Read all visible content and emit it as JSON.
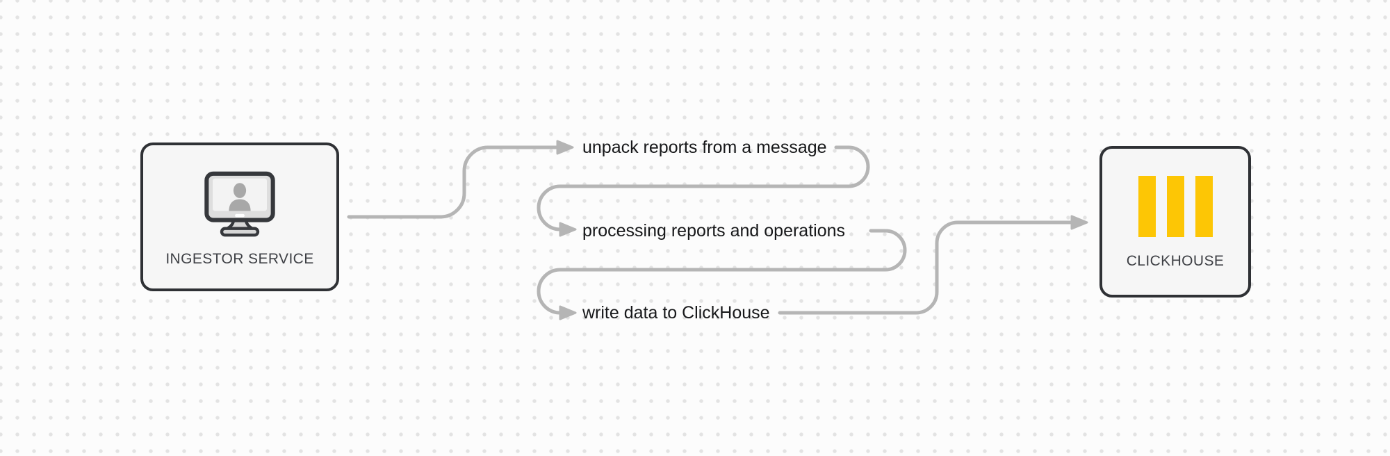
{
  "theme": {
    "background": "#fcfcfc",
    "dot": "#e3e3e3",
    "line": "#b5b5b5",
    "node_fill": "#f6f6f6",
    "node_border": "#2f3135",
    "node_label_text": "#3e4045",
    "step_text": "#17181a",
    "accent_yellow": "#fdc605",
    "icon_outline": "#36383c",
    "icon_gray": "#a8a8a8"
  },
  "nodes": {
    "ingestor": {
      "label": "INGESTOR SERVICE",
      "icon": "monitor-user-icon"
    },
    "clickhouse": {
      "label": "CLICKHOUSE",
      "icon": "clickhouse-logo-icon"
    }
  },
  "steps": [
    {
      "label": "unpack reports from a message"
    },
    {
      "label": "processing reports and operations"
    },
    {
      "label": "write data to ClickHouse"
    }
  ]
}
